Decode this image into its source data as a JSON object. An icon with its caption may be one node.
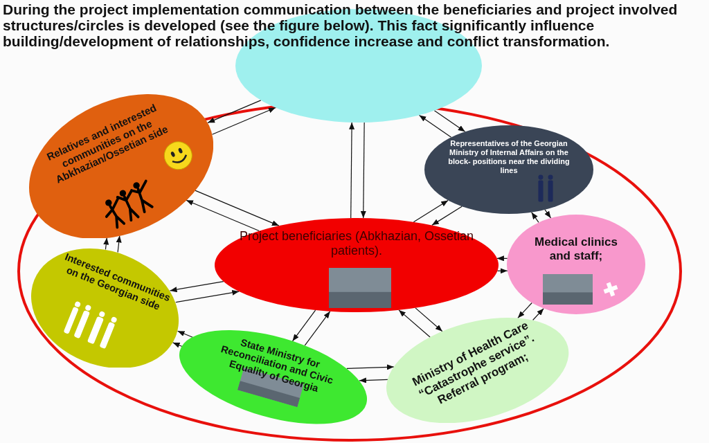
{
  "diagram": {
    "title": "During the project implementation communication between the beneficiaries and project involved structures/circles is developed (see the figure below). This fact significantly influence building/development of relationships, confidence increase and conflict transformation.",
    "nodes": [
      {
        "text": [],
        "shape": "ellipse"
      },
      {
        "text": [
          "Relatives and interested communities on the Abkhazian/Ossetian side"
        ]
      },
      {
        "text": [
          "Representatives of the Georgian Ministry of Internal Affairs on the block- positions near the dividing lines"
        ]
      },
      {
        "text": [
          "Project beneficiaries (Abkhazian, Ossetian patients)."
        ]
      },
      {
        "text": [
          "Medical clinics and staff;"
        ]
      },
      {
        "text": [
          "Interested communities on the Georgian side"
        ]
      },
      {
        "text": [
          "State Ministry for Reconciliation and Civic Equality of Georgia"
        ]
      },
      {
        "text": [
          "Ministry of Health Care “Catastrophe service”. Referral program;"
        ]
      }
    ],
    "edges": [
      {
        "from": 1,
        "to": 0,
        "arrow": "to"
      },
      {
        "from": 0,
        "to": 1,
        "arrow": "to"
      },
      {
        "from": 1,
        "to": 3,
        "arrow": "to"
      },
      {
        "from": 3,
        "to": 1,
        "arrow": "to"
      },
      {
        "from": 5,
        "to": 1,
        "arrow": "to"
      },
      {
        "from": 5,
        "to": 1,
        "arrow": "to"
      },
      {
        "from": 5,
        "to": 3,
        "arrow": "to"
      },
      {
        "from": 3,
        "to": 5,
        "arrow": "to"
      },
      {
        "from": 0,
        "to": 3,
        "arrow": "to"
      },
      {
        "from": 3,
        "to": 0,
        "arrow": "to"
      },
      {
        "from": 0,
        "to": 2,
        "arrow": "to"
      },
      {
        "from": 2,
        "to": 0,
        "arrow": "to"
      },
      {
        "from": 2,
        "to": 3,
        "arrow": "to"
      },
      {
        "from": 3,
        "to": 2,
        "arrow": "to"
      },
      {
        "from": 2,
        "to": 4,
        "arrow": "to"
      },
      {
        "from": 4,
        "to": 2,
        "arrow": "to"
      },
      {
        "from": 4,
        "to": 3,
        "arrow": "to"
      },
      {
        "from": 3,
        "to": 4,
        "arrow": "to"
      },
      {
        "from": 6,
        "to": 5,
        "arrow": "to"
      },
      {
        "from": 6,
        "to": 5,
        "arrow": "to"
      },
      {
        "from": 6,
        "to": 3,
        "arrow": "to"
      },
      {
        "from": 3,
        "to": 6,
        "arrow": "to"
      },
      {
        "from": 3,
        "to": 7,
        "arrow": "to"
      },
      {
        "from": 7,
        "to": 3,
        "arrow": "to"
      },
      {
        "from": 7,
        "to": 4,
        "arrow": "to"
      },
      {
        "from": 4,
        "to": 7,
        "arrow": "to"
      },
      {
        "from": 6,
        "to": 7,
        "arrow": "to"
      },
      {
        "from": 7,
        "to": 6,
        "arrow": "to"
      }
    ]
  }
}
